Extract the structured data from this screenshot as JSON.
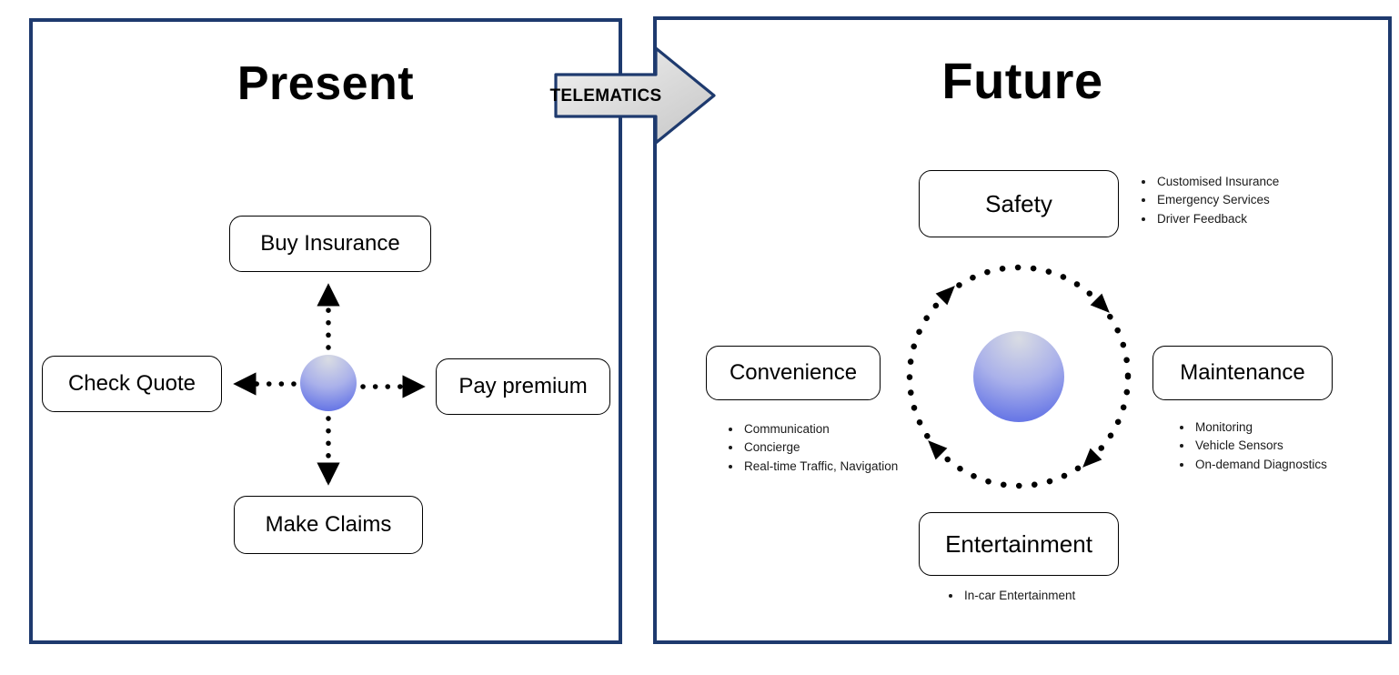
{
  "left_panel": {
    "title": "Present",
    "nodes": {
      "top": {
        "label": "Buy Insurance"
      },
      "left": {
        "label": "Check Quote"
      },
      "right": {
        "label": "Pay premium"
      },
      "bottom": {
        "label": "Make Claims"
      }
    }
  },
  "connector": {
    "label": "TELEMATICS"
  },
  "right_panel": {
    "title": "Future",
    "nodes": {
      "top": {
        "label": "Safety",
        "bullets": [
          "Customised Insurance",
          "Emergency Services",
          "Driver Feedback"
        ]
      },
      "left": {
        "label": "Convenience",
        "bullets": [
          "Communication",
          "Concierge",
          "Real-time Traffic, Navigation"
        ]
      },
      "right": {
        "label": "Maintenance",
        "bullets": [
          "Monitoring",
          "Vehicle Sensors",
          "On-demand Diagnostics"
        ]
      },
      "bottom": {
        "label": "Entertainment",
        "bullets": [
          "In-car Entertainment"
        ]
      }
    }
  },
  "colors": {
    "panel_border": "#1e3a6e",
    "sphere_blue": "#4a5ce4",
    "arrow_fill_light": "#ececec",
    "arrow_fill_dark": "#c9c9c9",
    "dot_black": "#000000"
  }
}
